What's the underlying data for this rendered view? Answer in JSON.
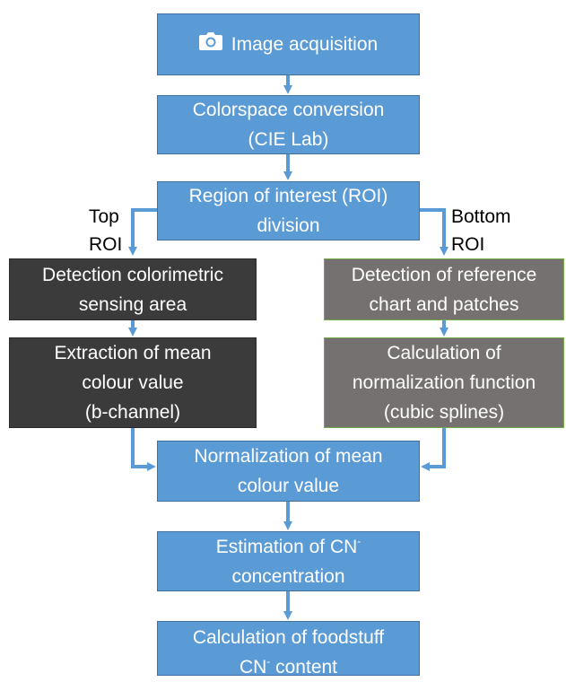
{
  "colors": {
    "process_box": "#5b9bd5",
    "top_roi_branch": "#3b3b3b",
    "bottom_roi_branch": "#767171",
    "arrow": "#5b9bd5"
  },
  "steps": {
    "image_acquisition": {
      "icon": "camera-icon",
      "text": "Image acquisition"
    },
    "colorspace_conversion": {
      "line1": "Colorspace conversion",
      "line2": "(CIE Lab)"
    },
    "roi_division": {
      "line1": "Region of interest (ROI)",
      "line2": "division"
    },
    "detection_sensing_area": {
      "line1": "Detection colorimetric",
      "line2": "sensing area"
    },
    "extraction_mean_colour": {
      "line1": "Extraction of mean",
      "line2": "colour value",
      "line3": "(b-channel)"
    },
    "detection_reference_chart": {
      "line1": "Detection of reference",
      "line2": "chart and patches"
    },
    "normalization_function": {
      "line1": "Calculation of",
      "line2": "normalization function",
      "line3": "(cubic splines)"
    },
    "normalization_mean_colour": {
      "line1": "Normalization of mean",
      "line2": "colour value"
    },
    "estimation_cn": {
      "line1_prefix": "Estimation of CN",
      "line1_sup": "-",
      "line2": "concentration"
    },
    "foodstuff_cn": {
      "line1": "Calculation of foodstuff",
      "line2_prefix": "CN",
      "line2_sup": "-",
      "line2_suffix": " content"
    }
  },
  "branch_labels": {
    "top": {
      "line1": "Top",
      "line2": "ROI"
    },
    "bottom": {
      "line1": "Bottom",
      "line2": "ROI"
    }
  }
}
